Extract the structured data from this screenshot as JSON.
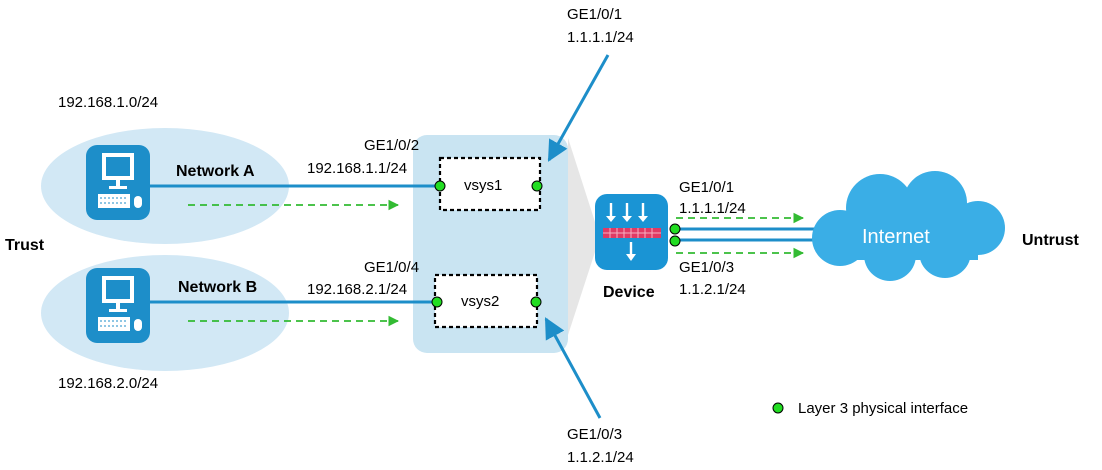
{
  "colors": {
    "network_fill": "#d2e8f5",
    "vsys_panel": "#c9e4f2",
    "link": "#1d8ec9",
    "dashed_arrow": "#33bb33",
    "interface_dot": "#22dd22",
    "device_blue": "#1a94d4",
    "device_red": "#e03a64",
    "cloud": "#3aaee6"
  },
  "zones": {
    "trust": "Trust",
    "untrust": "Untrust"
  },
  "networks": [
    {
      "name": "Network A",
      "subnet": "192.168.1.0/24",
      "icon": "pc-icon"
    },
    {
      "name": "Network B",
      "subnet": "192.168.2.0/24",
      "icon": "pc-icon"
    }
  ],
  "interfaces": {
    "ge102": {
      "name": "GE1/0/2",
      "ip": "192.168.1.1/24"
    },
    "ge104": {
      "name": "GE1/0/4",
      "ip": "192.168.2.1/24"
    },
    "top_ge101": {
      "name": "GE1/0/1",
      "ip": "1.1.1.1/24"
    },
    "bottom_ge103": {
      "name": "GE1/0/3",
      "ip": "1.1.2.1/24"
    },
    "dev_ge101": {
      "name": "GE1/0/1",
      "ip": "1.1.1.1/24"
    },
    "dev_ge103": {
      "name": "GE1/0/3",
      "ip": "1.1.2.1/24"
    }
  },
  "vsys": [
    {
      "label": "vsys1"
    },
    {
      "label": "vsys2"
    }
  ],
  "device": {
    "label": "Device",
    "icon": "firewall-icon"
  },
  "internet": {
    "label": "Internet",
    "icon": "cloud-icon"
  },
  "legend": {
    "label": "Layer 3 physical interface"
  }
}
